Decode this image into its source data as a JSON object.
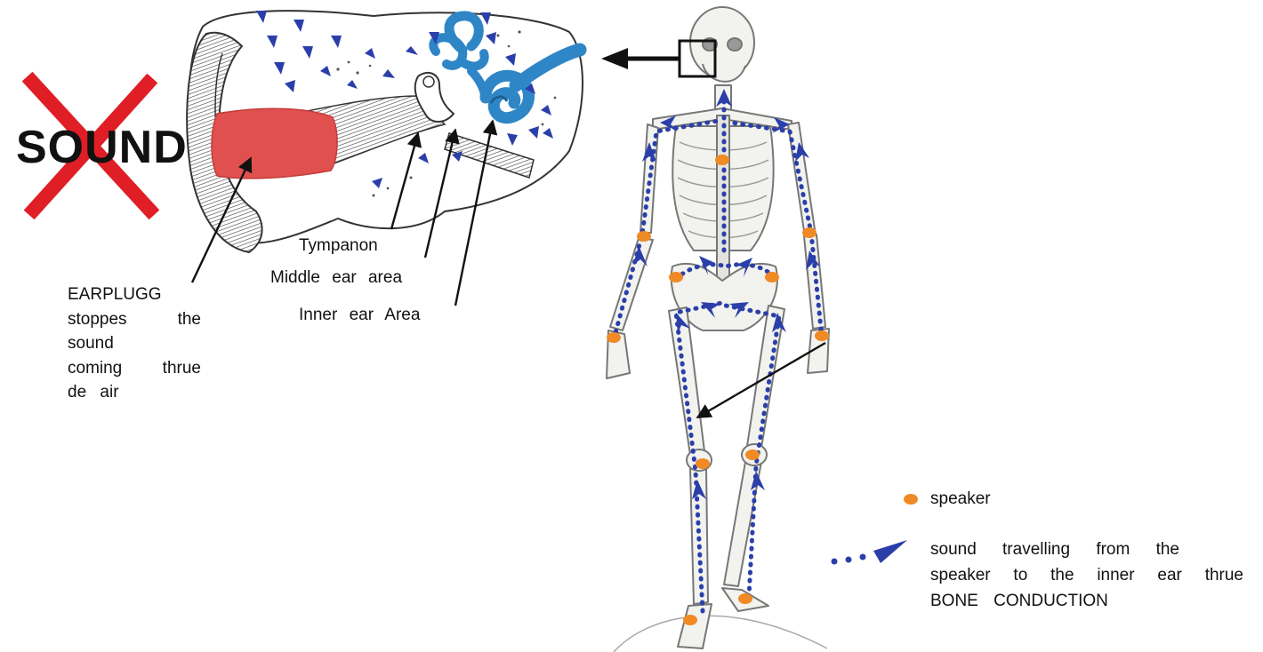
{
  "sound_label": "SOUND",
  "labels": {
    "tympanon": "Tympanon",
    "middle_ear": "Middle ear area",
    "inner_ear": "Inner ear Area"
  },
  "earplug_note": [
    "EARPLUGG",
    "stoppes the",
    "sound",
    "coming thrue",
    "de air"
  ],
  "legend": {
    "speaker": "speaker",
    "conduction": [
      "sound travelling from the",
      "speaker to the inner ear thrue",
      "BONE CONDUCTION"
    ]
  },
  "colors": {
    "cross": "#e01e26",
    "earplug": "#e0504f",
    "inner_ear": "#2f86c6",
    "flow": "#2b3faa",
    "speaker": "#f08a24",
    "bone": "#f2f2ee",
    "bone_line": "#777777"
  }
}
